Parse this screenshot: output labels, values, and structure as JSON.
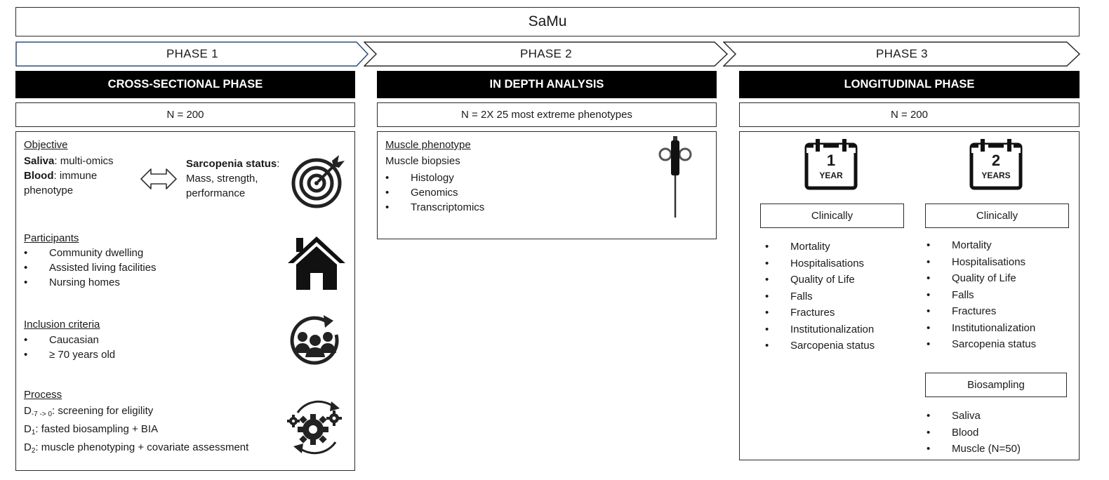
{
  "title": "SaMu",
  "phases": [
    {
      "label": "PHASE 1",
      "heading": "CROSS-SECTIONAL PHASE",
      "n": "N = 200"
    },
    {
      "label": "PHASE 2",
      "heading": "IN DEPTH ANALYSIS",
      "n": "N = 2X 25 most extreme phenotypes"
    },
    {
      "label": "PHASE 3",
      "heading": "LONGITUDINAL PHASE",
      "n": "N = 200"
    }
  ],
  "phase1": {
    "objective_title": "Objective",
    "saliva_label": "Saliva",
    "saliva_text": ": multi-omics",
    "blood_label": "Blood",
    "blood_text": ": immune phenotype",
    "sarcopenia_label": "Sarcopenia status",
    "sarcopenia_text": ": Mass, strength, performance",
    "participants_title": "Participants",
    "participants": [
      "Community dwelling",
      "Assisted living facilities",
      "Nursing homes"
    ],
    "inclusion_title": "Inclusion criteria",
    "inclusion": [
      "Caucasian",
      "≥ 70 years old"
    ],
    "process_title": "Process",
    "process": [
      {
        "d": "D",
        "sub": "-7 -> 0",
        "text": ": screening for eligility"
      },
      {
        "d": "D",
        "sub": "1",
        "text": ": fasted biosampling + BIA"
      },
      {
        "d": "D",
        "sub": "2",
        "text": ": muscle phenotyping + covariate assessment"
      }
    ]
  },
  "phase2": {
    "title": "Muscle phenotype",
    "subtitle": "Muscle biopsies",
    "items": [
      "Histology",
      "Genomics",
      "Transcriptomics"
    ]
  },
  "phase3": {
    "cal1_num": "1",
    "cal1_label": "YEAR",
    "cal2_num": "2",
    "cal2_label": "YEARS",
    "clinically_label": "Clinically",
    "outcomes": [
      "Mortality",
      "Hospitalisations",
      "Quality of Life",
      "Falls",
      "Fractures",
      "Institutionalization",
      "Sarcopenia status"
    ],
    "biosampling_label": "Biosampling",
    "biosamples": [
      "Saliva",
      "Blood",
      "Muscle (N=50)"
    ]
  },
  "icons": {
    "arrow": "double-arrow-icon",
    "target": "target-icon",
    "house": "house-icon",
    "group": "group-icon",
    "gears": "gears-icon",
    "needle": "biopsy-needle-icon",
    "calendar": "calendar-icon"
  }
}
